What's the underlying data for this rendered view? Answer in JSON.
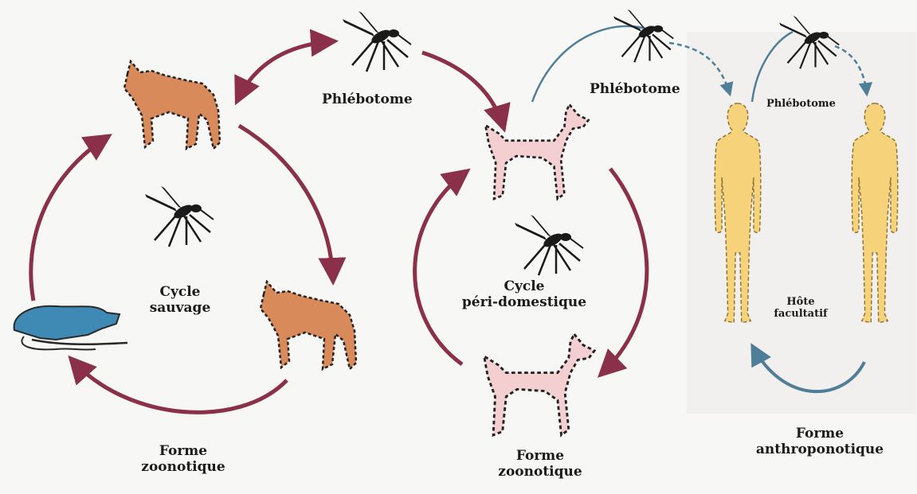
{
  "labels": {
    "phlebotome_1": "Phlébotome",
    "phlebotome_2": "Phlébotome",
    "phlebotome_3": "Phlébotome",
    "cycle_sauvage_l1": "Cycle",
    "cycle_sauvage_l2": "sauvage",
    "cycle_peri_l1": "Cycle",
    "cycle_peri_l2": "péri-domestique",
    "hote_l1": "Hôte",
    "hote_l2": "facultatif",
    "forme_zoo1_l1": "Forme",
    "forme_zoo1_l2": "zoonotique",
    "forme_zoo2_l1": "Forme",
    "forme_zoo2_l2": "zoonotique",
    "forme_anthro_l1": "Forme",
    "forme_anthro_l2": "anthroponotique"
  },
  "colors": {
    "arrow_red": "#8a3048",
    "arrow_blue": "#4f7f98",
    "canid": "#d98a5a",
    "rodent": "#3f89b5",
    "dog": "#f4cfd1",
    "human": "#f6d37b",
    "insect": "#1a1a1a"
  }
}
